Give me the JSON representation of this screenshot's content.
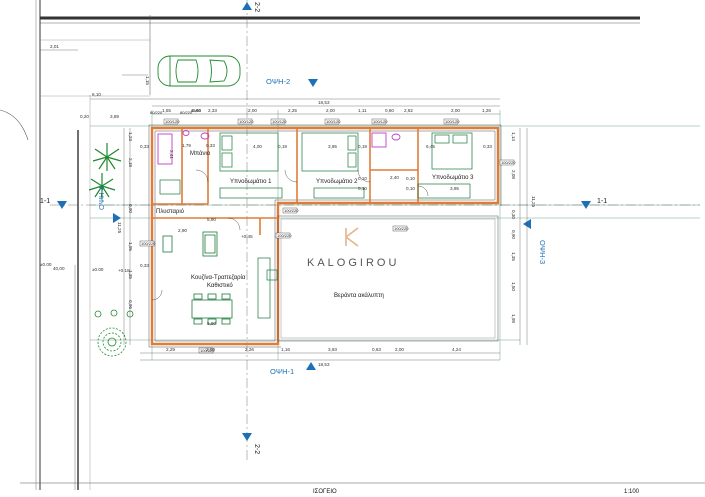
{
  "title": "ΙΣΟΓΕΙΟ",
  "scale": "1:100",
  "logo": "KALOGIROU",
  "rooms": {
    "bathroom": "Μπάνιο",
    "bedroom1": "Υπνοδωμάτιο 1",
    "bedroom2": "Υπνοδωμάτιο 2",
    "bedroom3": "Υπνοδωμάτιο 3",
    "laundry": "Πλυσταριό",
    "kitchen_line1": "Κουζίνα-Τραπεζαρία",
    "kitchen_line2": "Καθιστικό",
    "veranda": "Βεράντα ακάλυπτη"
  },
  "elevations": {
    "top": "ΟΨΗ-2",
    "bottom": "ΟΨΗ-1",
    "right": "ΟΨΗ-3",
    "left": "ΟΨΗ-4"
  },
  "sections": {
    "left": "1-1",
    "right": "1-1",
    "top": "2-2",
    "bottom": "2-2"
  },
  "levels": {
    "inside": "+0.45",
    "step": "+0.18",
    "ground": "±0.00",
    "road": "±0.00"
  },
  "dimensions": {
    "car_offset": "2,01",
    "site_offset": "6,10",
    "setback_left": "0,20",
    "setback_right": "3,89",
    "total_width_top": "18,53",
    "total_width_bottom": "18,53",
    "top_chain": [
      "1,55",
      "0,60",
      "2,33",
      "2,00",
      "2,25",
      "2,00",
      "1,11",
      "0,60",
      "2,82",
      "2,00",
      "1,26"
    ],
    "bottom_chain": [
      "2,29",
      "2,00",
      "2,26",
      "1,16",
      "3,93",
      "0,63",
      "2,00",
      "4,24"
    ],
    "right_chain": [
      "1,14",
      "2,08",
      "0,30",
      "0,90",
      "1,35",
      "1,50",
      "1,98"
    ],
    "right_total": "11,25",
    "left_chain": [
      "1,23",
      "2,18",
      "0,90",
      "1,95",
      "1,35",
      "0,96"
    ],
    "left_total": "11,25",
    "road_dim": "40,00",
    "car_dim": "1,15",
    "interior": [
      "4,00",
      "3,95",
      "6,45",
      "3,95",
      "2,40",
      "5,90",
      "2,90",
      "0,33",
      "0,33",
      "0,33",
      "0,19",
      "0,19",
      "0,10",
      "0,10",
      "0,10",
      "0,10"
    ],
    "kitchen_width": "5,90",
    "bath_dims": [
      "1,79",
      "0,33",
      "2,41"
    ]
  },
  "window_tags": [
    "100/120",
    "100/120",
    "100/120",
    "100/120",
    "100/120",
    "100/120",
    "100/220",
    "100/220",
    "100/220",
    "100/220",
    "100/220",
    "100/220",
    "80/220",
    "80/220",
    "60/60"
  ],
  "colors": {
    "wall": "#e07b39",
    "elevation_blue": "#1d6fb8",
    "grid_green": "#2e8b57",
    "tree_green": "#1f8a2e",
    "furniture": "#1b7a3a",
    "sanitary": "#c43cc9"
  }
}
